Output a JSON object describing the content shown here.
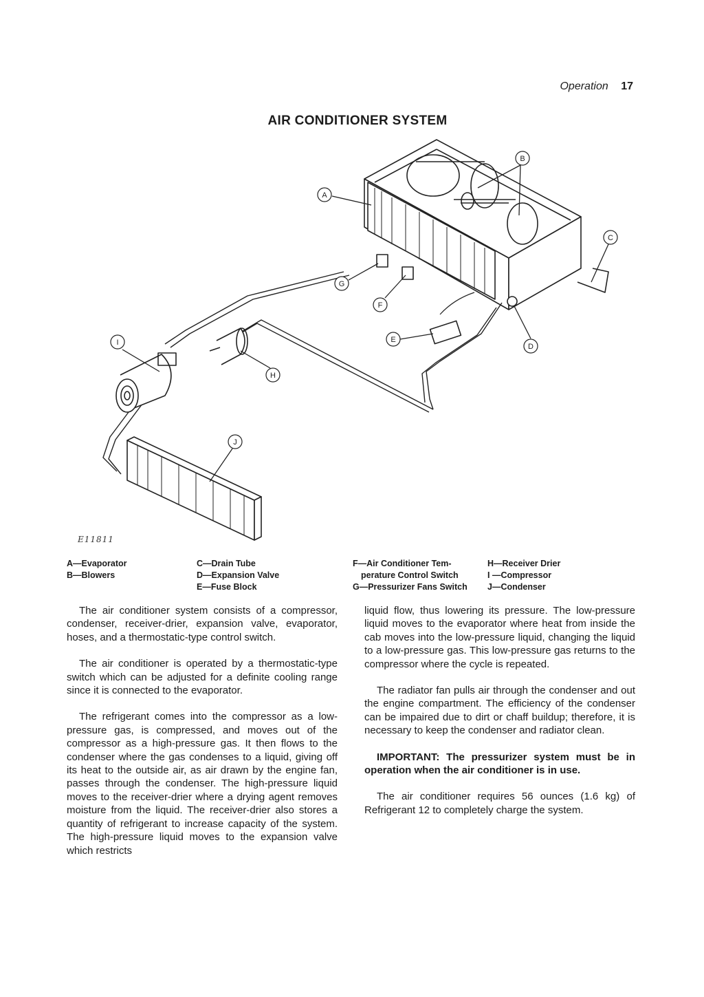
{
  "header": {
    "section": "Operation",
    "page_number": "17"
  },
  "title": "AIR CONDITIONER SYSTEM",
  "figure": {
    "id": "E11811",
    "callouts": [
      "A",
      "B",
      "C",
      "D",
      "E",
      "F",
      "G",
      "H",
      "I",
      "J"
    ]
  },
  "legend": {
    "col1": [
      "A—Evaporator",
      "B—Blowers"
    ],
    "col2": [
      "C—Drain Tube",
      "D—Expansion Valve",
      "E—Fuse Block"
    ],
    "col3": [
      "F—Air Conditioner Tem-",
      "perature Control Switch",
      "G—Pressurizer Fans Switch"
    ],
    "col4": [
      "H—Receiver Drier",
      "I —Compressor",
      "J—Condenser"
    ]
  },
  "left_column": [
    "The air conditioner system consists of a compressor, condenser, receiver-drier, expansion valve, evaporator, hoses, and a thermostatic-type control switch.",
    "The air conditioner is operated by a thermostatic-type switch which can be adjusted for a definite cooling range since it is connected to the evaporator.",
    "The refrigerant comes into the compressor as a low-pressure gas, is compressed, and moves out of the compressor as a high-pressure gas. It then flows to the condenser where the gas condenses to a liquid, giving off its heat to the outside air, as air drawn by the engine fan, passes through the condenser. The high-pressure liquid moves to the receiver-drier where a drying agent removes moisture from the liquid. The receiver-drier also stores a quantity of refrigerant to increase capacity of the system. The high-pressure liquid moves to the expansion valve which restricts"
  ],
  "right_column": {
    "continuation": "liquid flow, thus lowering its pressure. The low-pressure liquid moves to the evaporator where heat from inside the cab moves into the low-pressure liquid, changing the liquid to a low-pressure gas. This low-pressure gas returns to the compressor where the cycle is repeated.",
    "radiator": "The radiator fan pulls air through the condenser and out the engine compartment. The efficiency of the condenser can be impaired due to dirt or chaff buildup; therefore, it is necessary to keep the condenser and radiator clean.",
    "important": "IMPORTANT: The pressurizer system must be in operation when the air conditioner is in use.",
    "refrigerant": "The air conditioner requires 56 ounces (1.6 kg) of Refrigerant 12 to completely charge the system."
  }
}
